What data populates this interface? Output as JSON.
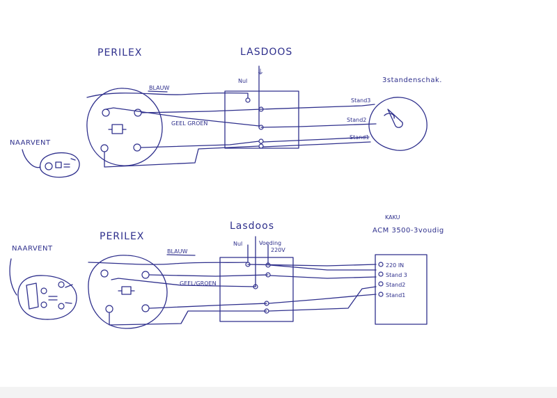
{
  "top_diagram": {
    "perilex_label": "PERILEX",
    "lasdoos_label": "LASDOOS",
    "switch_label": "3standenschak.",
    "fan_label": "NAARVENT",
    "wire_blauw": "BLAUW",
    "wire_geelgroen": "GEEL GROEN",
    "nul_label": "Nul",
    "earth_label": "⏚",
    "stand3": "Stand3",
    "stand2": "Stand2",
    "stand1": "Stand1"
  },
  "bottom_diagram": {
    "perilex_label": "PERILEX",
    "lasdoos_label": "Lasdoos",
    "fan_label": "NAARVENT",
    "wire_blauw": "BLAUW",
    "wire_geelgroen": "GEEL/GROEN",
    "nul_label": "Nul",
    "voeding_label": "Voeding",
    "voeding_voltage": "220V",
    "control_title_1": "KAKU",
    "control_title_2": "ACM 3500-3voudig",
    "term_220in": "220 IN",
    "term_stand3": "Stand 3",
    "term_stand2": "Stand2",
    "term_stand1": "Stand1"
  }
}
